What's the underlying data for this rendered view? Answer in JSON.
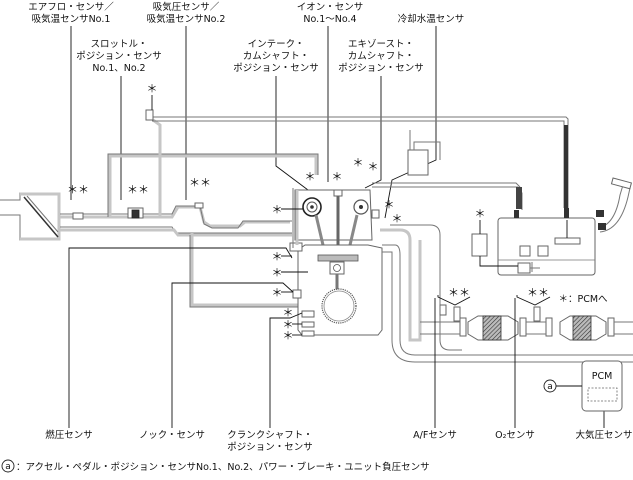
{
  "labels": {
    "airflow_sensor_l1": "エアフロ・センサ／",
    "airflow_sensor_l2": "吸気温センサNo.1",
    "map_sensor_l1": "吸気圧センサ／",
    "map_sensor_l2": "吸気温センサNo.2",
    "ion_sensor_l1": "イオン・センサ",
    "ion_sensor_l2": "No.1～No.4",
    "coolant_temp_sensor": "冷却水温センサ",
    "throttle_sensor_l1": "スロットル・",
    "throttle_sensor_l2": "ポジション・センサ",
    "throttle_sensor_l3": "No.1、No.2",
    "intake_cam_l1": "インテーク・",
    "intake_cam_l2": "カムシャフト・",
    "intake_cam_l3": "ポジション・センサ",
    "exhaust_cam_l1": "エキゾースト・",
    "exhaust_cam_l2": "カムシャフト・",
    "exhaust_cam_l3": "ポジション・センサ",
    "fuel_pressure_sensor": "燃圧センサ",
    "knock_sensor": "ノック・センサ",
    "crank_sensor_l1": "クランクシャフト・",
    "crank_sensor_l2": "ポジション・センサ",
    "af_sensor": "A/Fセンサ",
    "o2_sensor": "O₂センサ",
    "baro_sensor": "大気圧センサ",
    "pcm": "PCM",
    "legend_asterisk": "＊：PCMへ",
    "asterisk": "＊",
    "double_asterisk": "＊＊",
    "footnote_marker": "a",
    "footnote_text": "：アクセル・ペダル・ポジション・センサNo.1、No.2、パワー・ブレーキ・ユニット負圧センサ"
  }
}
